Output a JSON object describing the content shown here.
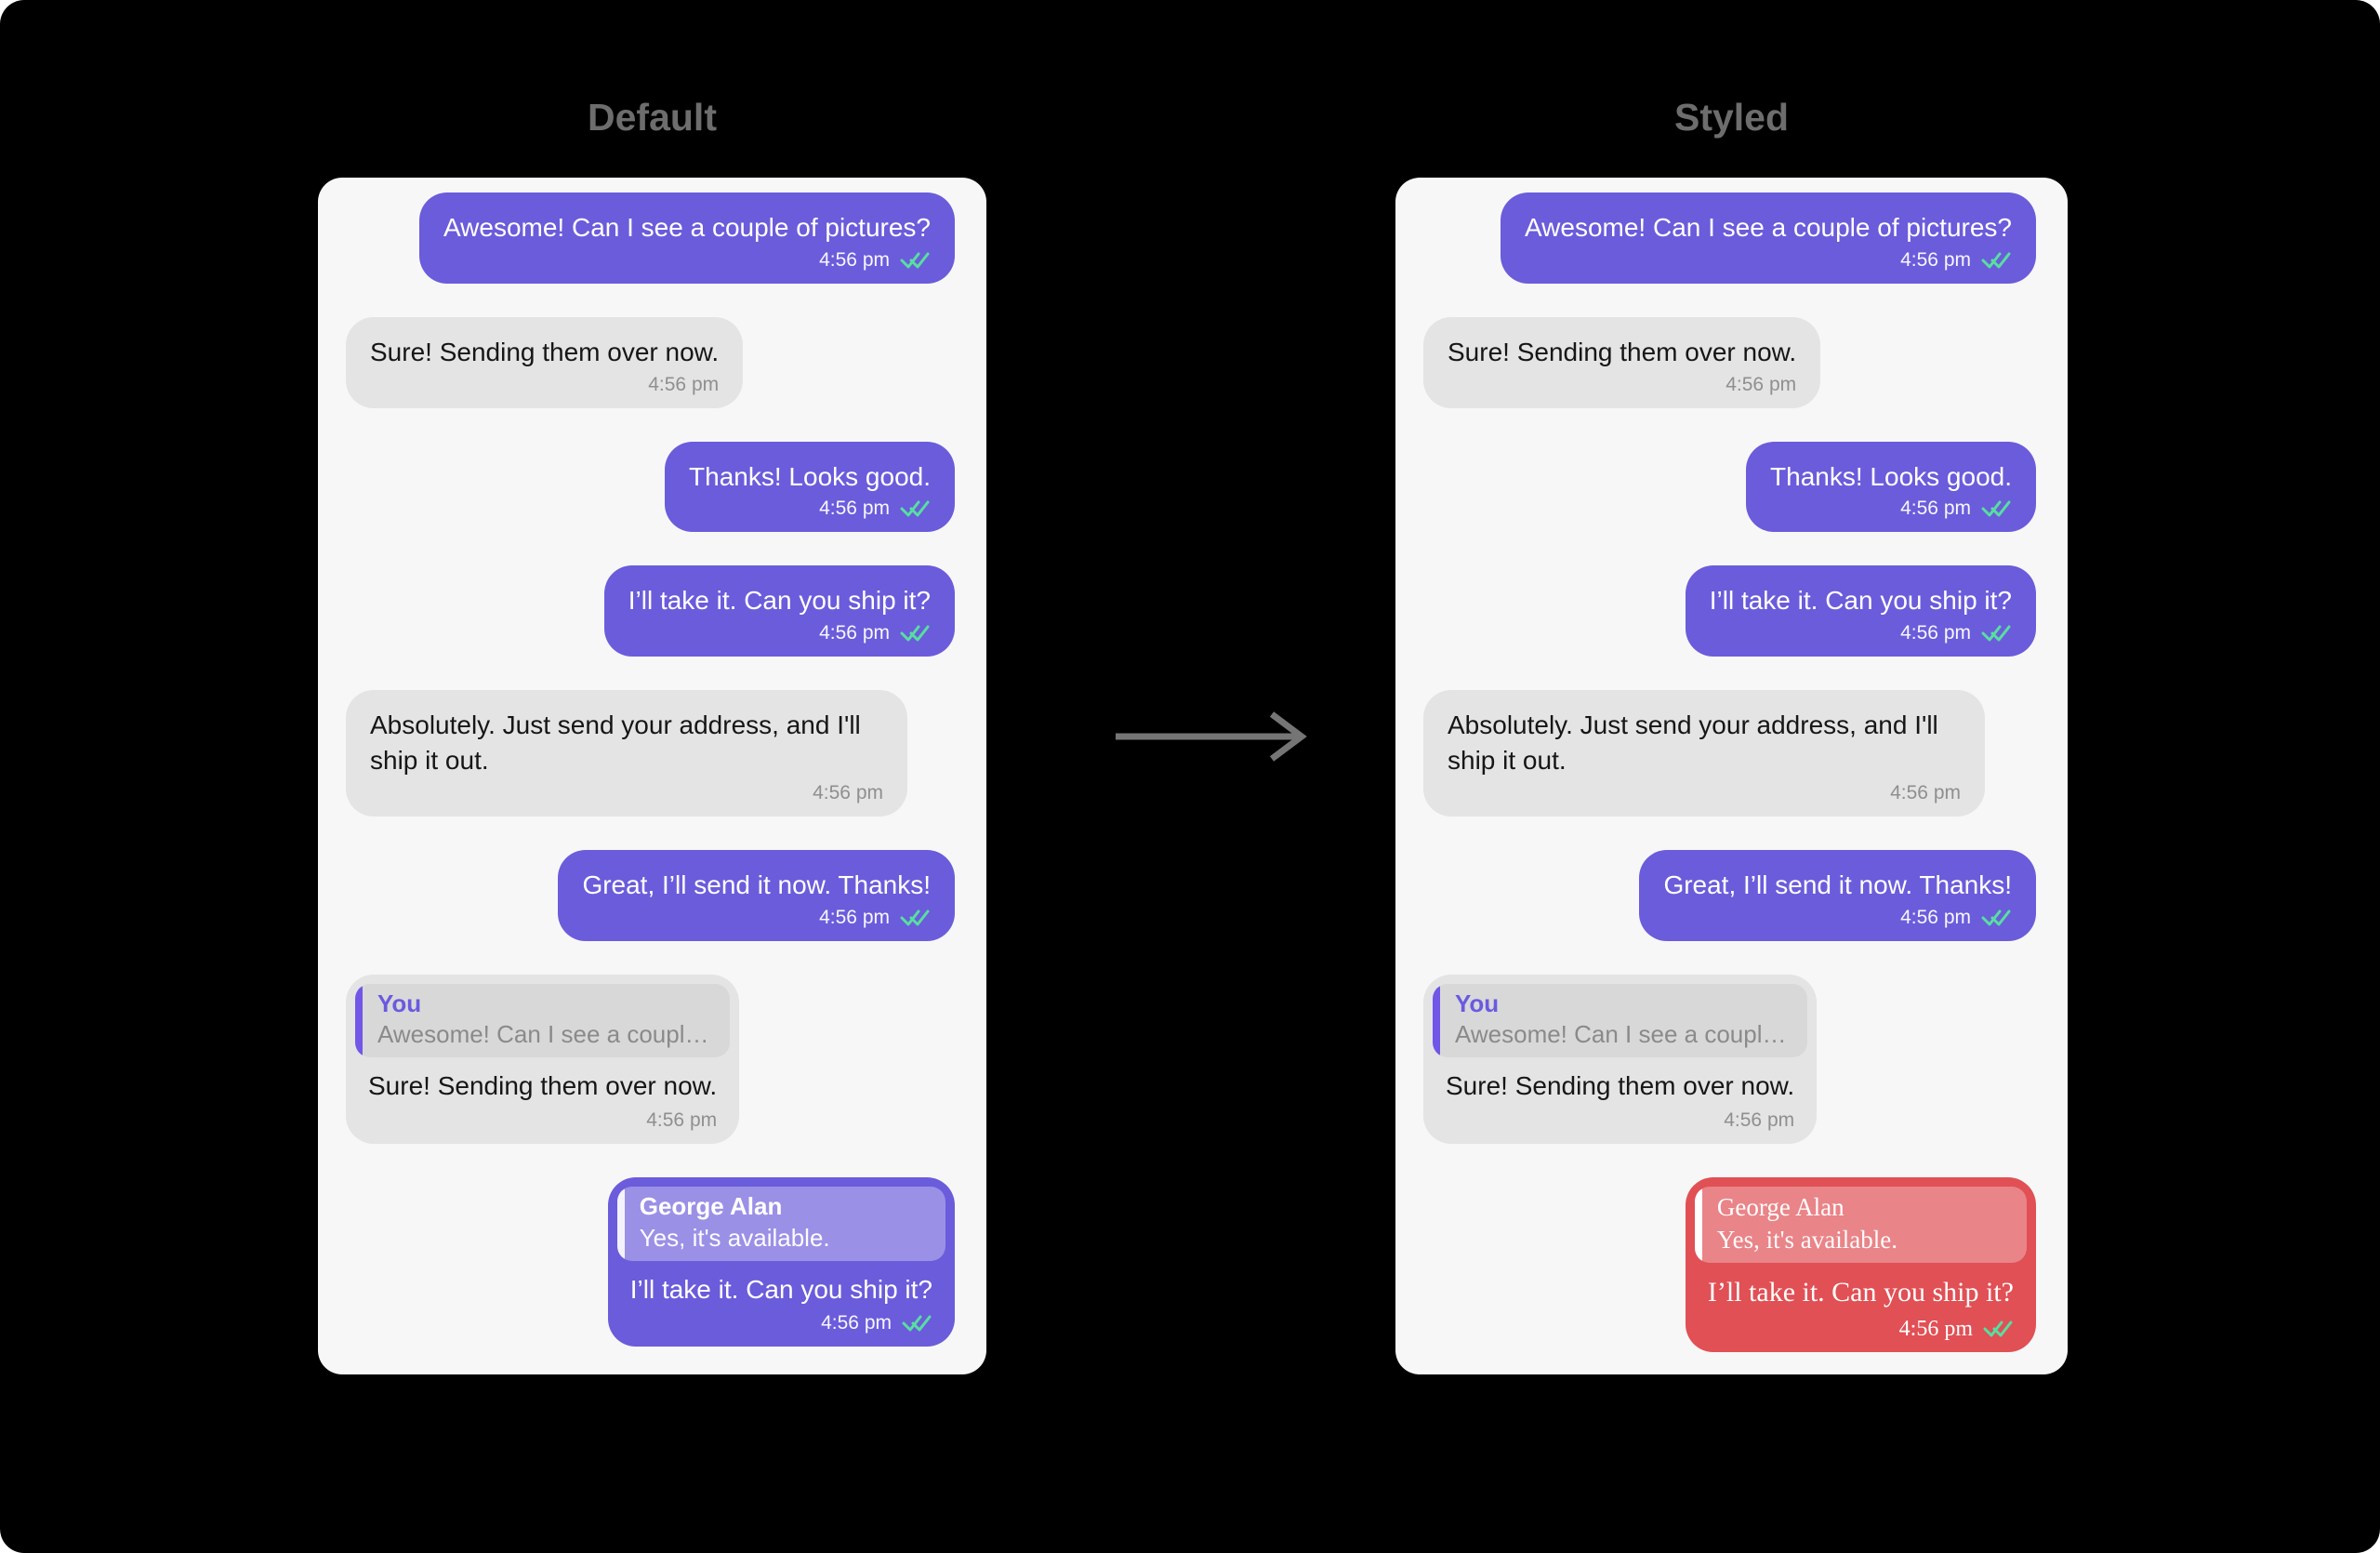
{
  "colors": {
    "canvas_bg": "#000000",
    "panel_bg": "#f7f7f7",
    "outgoing_bubble": "#6b5cdb",
    "incoming_bubble": "#e4e4e4",
    "styled_bubble": "#e05055",
    "read_receipt_check": "#57dfa0",
    "quote_bar_purple": "#7156e8",
    "quote_author_purple": "#6a5ae0",
    "title_text": "#6d6d6d",
    "arrow": "#757575"
  },
  "panels": [
    {
      "title": "Default",
      "messages": [
        {
          "direction": "out",
          "text": "Awesome! Can I see a couple of pictures?",
          "time": "4:56 pm",
          "receipt": "double-check"
        },
        {
          "direction": "in",
          "text": "Sure! Sending them over now.",
          "time": "4:56 pm"
        },
        {
          "direction": "out",
          "text": "Thanks! Looks good.",
          "time": "4:56 pm",
          "receipt": "double-check"
        },
        {
          "direction": "out",
          "text": "I’ll take it. Can you ship it?",
          "time": "4:56 pm",
          "receipt": "double-check"
        },
        {
          "direction": "in",
          "text": "Absolutely. Just send your address, and I'll ship it out.",
          "time": "4:56 pm"
        },
        {
          "direction": "out",
          "text": "Great, I’ll send it now. Thanks!",
          "time": "4:56 pm",
          "receipt": "double-check"
        },
        {
          "direction": "in",
          "reply": {
            "author": "You",
            "quote": "Awesome! Can I see a couple of…"
          },
          "text": "Sure! Sending them over now.",
          "time": "4:56 pm"
        },
        {
          "direction": "out",
          "reply": {
            "author": "George Alan",
            "quote": "Yes, it's available."
          },
          "text": "I’ll take it. Can you ship it?",
          "time": "4:56 pm",
          "receipt": "double-check"
        }
      ]
    },
    {
      "title": "Styled",
      "messages": [
        {
          "direction": "out",
          "text": "Awesome! Can I see a couple of pictures?",
          "time": "4:56 pm",
          "receipt": "double-check"
        },
        {
          "direction": "in",
          "text": "Sure! Sending them over now.",
          "time": "4:56 pm"
        },
        {
          "direction": "out",
          "text": "Thanks! Looks good.",
          "time": "4:56 pm",
          "receipt": "double-check"
        },
        {
          "direction": "out",
          "text": "I’ll take it. Can you ship it?",
          "time": "4:56 pm",
          "receipt": "double-check"
        },
        {
          "direction": "in",
          "text": "Absolutely. Just send your address, and I'll ship it out.",
          "time": "4:56 pm"
        },
        {
          "direction": "out",
          "text": "Great, I’ll send it now. Thanks!",
          "time": "4:56 pm",
          "receipt": "double-check"
        },
        {
          "direction": "in",
          "reply": {
            "author": "You",
            "quote": "Awesome! Can I see a couple of…"
          },
          "text": "Sure! Sending them over now.",
          "time": "4:56 pm"
        },
        {
          "direction": "out",
          "styled": true,
          "reply": {
            "author": "George Alan",
            "quote": "Yes, it's available."
          },
          "text": "I’ll take it. Can you ship it?",
          "time": "4:56 pm",
          "receipt": "double-check"
        }
      ]
    }
  ]
}
